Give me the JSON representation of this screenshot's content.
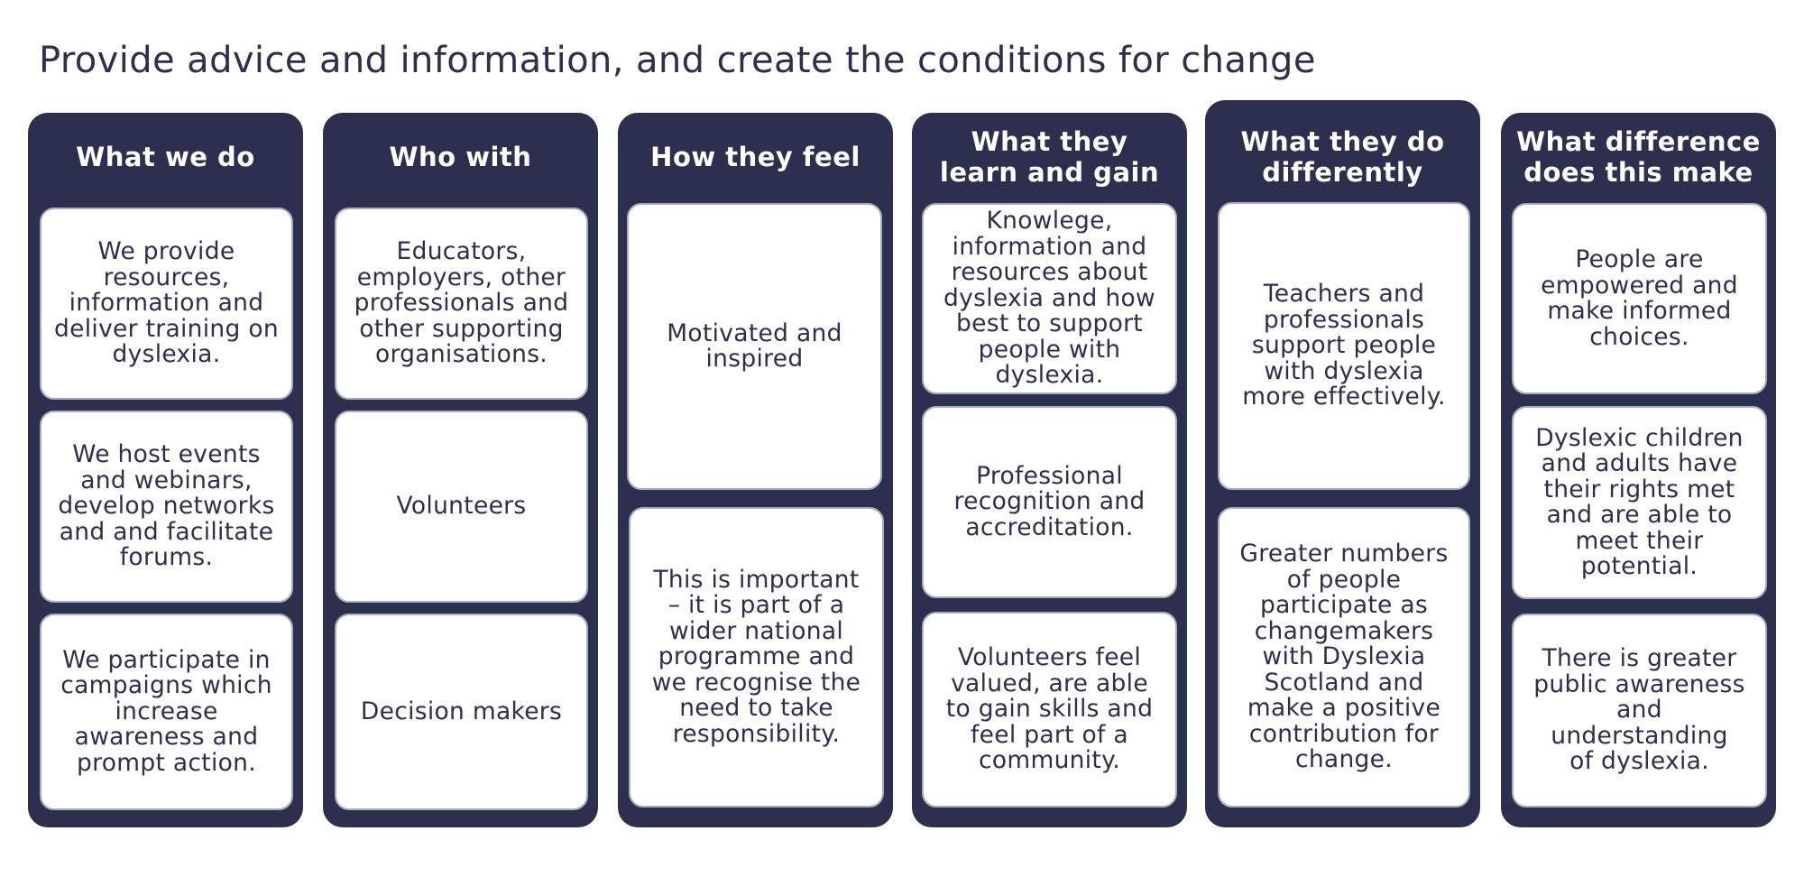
{
  "title": "Provide advice and information, and create the conditions for change",
  "columns": [
    {
      "heading": "What we do",
      "cards": [
        "We provide\nresources,\ninformation and\ndeliver training on\ndyslexia.",
        "We host events\nand webinars,\ndevelop networks\nand and facilitate\nforums.",
        "We participate in\ncampaigns which\nincrease\nawareness and\nprompt action."
      ]
    },
    {
      "heading": "Who with",
      "cards": [
        "Educators,\nemployers, other\nprofessionals and\nother supporting\norganisations.",
        "Volunteers",
        "Decision makers"
      ]
    },
    {
      "heading": "How they feel",
      "cards": [
        "Motivated and\ninspired",
        "This is important\n– it is part of a\nwider national\nprogramme and\nwe recognise the\nneed to take\nresponsibility."
      ]
    },
    {
      "heading": "What they\nlearn and gain",
      "cards": [
        "Knowlege,\ninformation and\nresources about\ndyslexia and how\nbest to support\npeople with\ndyslexia.",
        "Professional\nrecognition and\naccreditation.",
        "Volunteers feel\nvalued, are able\nto gain skills and\nfeel part of a\ncommunity."
      ]
    },
    {
      "heading": "What they do\ndifferently",
      "cards": [
        "Teachers and\nprofessionals\nsupport people\nwith dyslexia\nmore effectively.",
        "Greater numbers\nof people\nparticipate as\nchangemakers\nwith Dyslexia\nScotland and\nmake a positive\ncontribution for\nchange."
      ]
    },
    {
      "heading": "What difference\ndoes this make",
      "cards": [
        "People are\nempowered and\nmake informed\nchoices.",
        "Dyslexic children\nand adults have\ntheir rights met\nand are able to\nmeet their\npotential.",
        "There is greater\npublic awareness\nand\nunderstanding\nof dyslexia."
      ]
    }
  ]
}
